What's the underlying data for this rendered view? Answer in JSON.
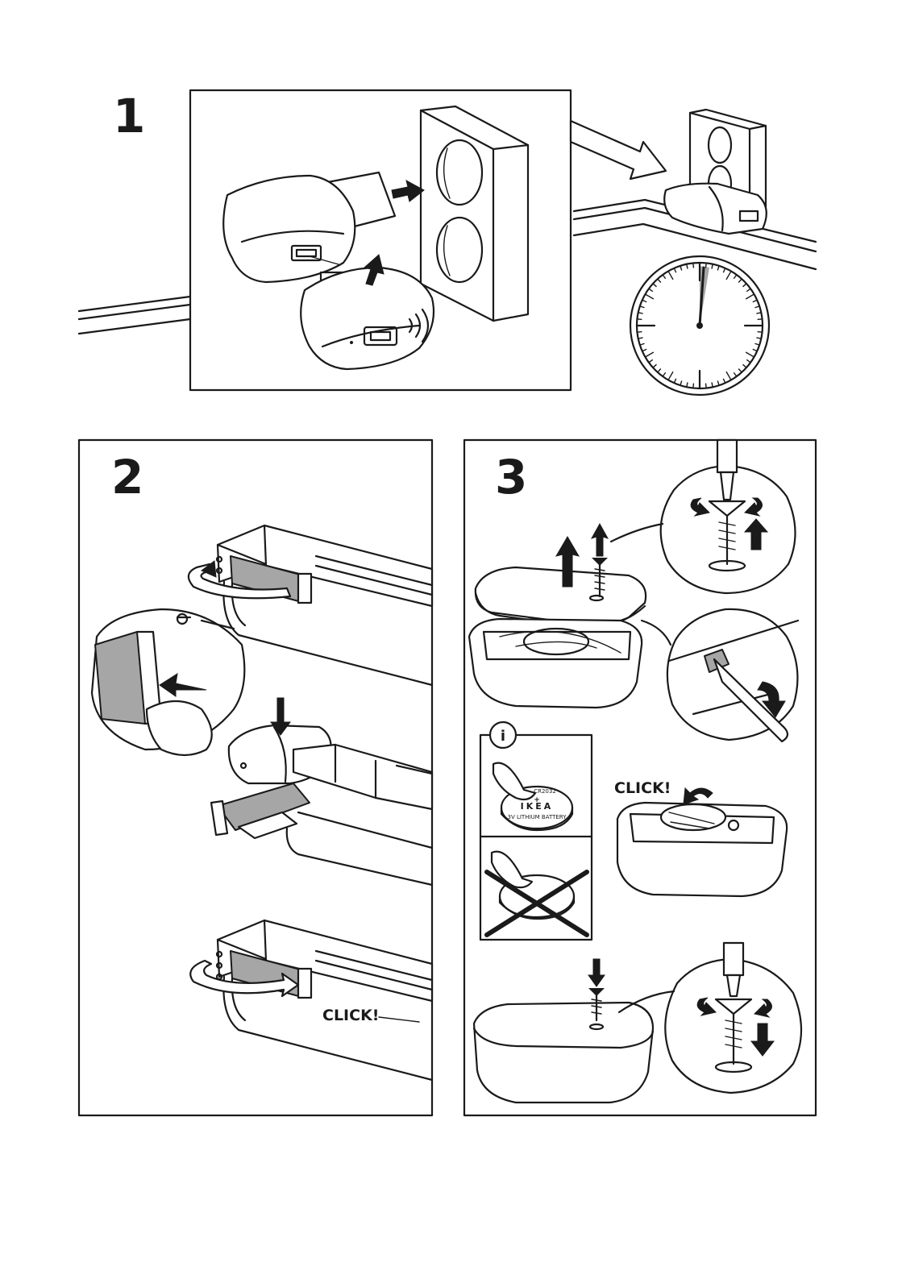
{
  "steps": [
    {
      "number": "1"
    },
    {
      "number": "2",
      "callout": "CLICK!"
    },
    {
      "number": "3",
      "callout": "CLICK!",
      "info_icon": "i",
      "battery": {
        "brand": "IKEA",
        "polarity": "+",
        "type": "3V LITHIUM BATTERY",
        "model": "CR2032"
      }
    }
  ],
  "icons": [
    "usb-charger-icon",
    "wall-socket-icon",
    "clock-icon",
    "info-icon",
    "screwdriver-icon",
    "coin-battery-icon",
    "cross-out-icon"
  ],
  "colors": {
    "ink": "#1a1a1a",
    "paper": "#ffffff",
    "shade": "#a6a6a6"
  }
}
